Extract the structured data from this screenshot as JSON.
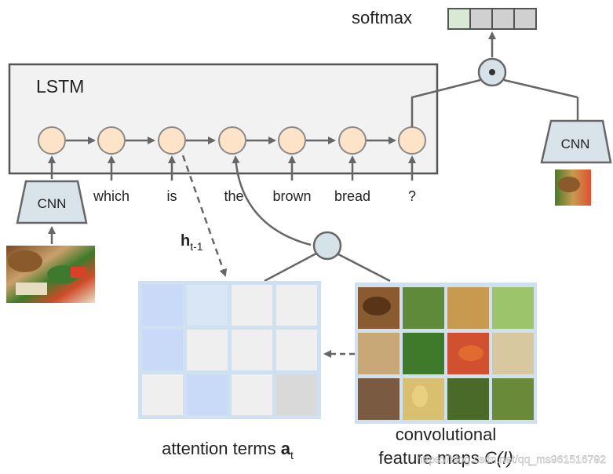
{
  "lstm_label": "LSTM",
  "softmax_label": "softmax",
  "cnn_left_label": "CNN",
  "cnn_right_label": "CNN",
  "words": [
    "which",
    "is",
    "the",
    "brown",
    "bread",
    "?"
  ],
  "hidden_label_main": "h",
  "hidden_label_sub": "t-1",
  "attention_caption_main": "attention terms ",
  "attention_caption_bold": "a",
  "attention_caption_sub": "t",
  "feature_caption_line1": "convolutional",
  "feature_caption_line2": "feature maps ",
  "feature_caption_italic": "C(I)",
  "watermark": "https://blog.csdn.net/qq_ms961516792",
  "colors": {
    "node_fill": "#fde3c8",
    "node_stroke": "#8a8a8a",
    "lstm_box_fill": "#f2f2f2",
    "lstm_box_stroke": "#555555",
    "cnn_fill": "#d9e4ea",
    "merge_node_fill": "#d5e3e8",
    "arrow": "#666666",
    "softmax_first": "#d8ead3",
    "softmax_rest": "#d0d0d0",
    "attention_border": "#cfe0f0"
  },
  "attention_cells": [
    [
      "#c9daf8",
      "#d9e6f5",
      "#efefef",
      "#efefef"
    ],
    [
      "#c9daf8",
      "#efefef",
      "#efefef",
      "#efefef"
    ],
    [
      "#efefef",
      "#c9daf8",
      "#efefef",
      "#d9d9d9"
    ]
  ],
  "photo_icon": "vegetables-bread-photo"
}
